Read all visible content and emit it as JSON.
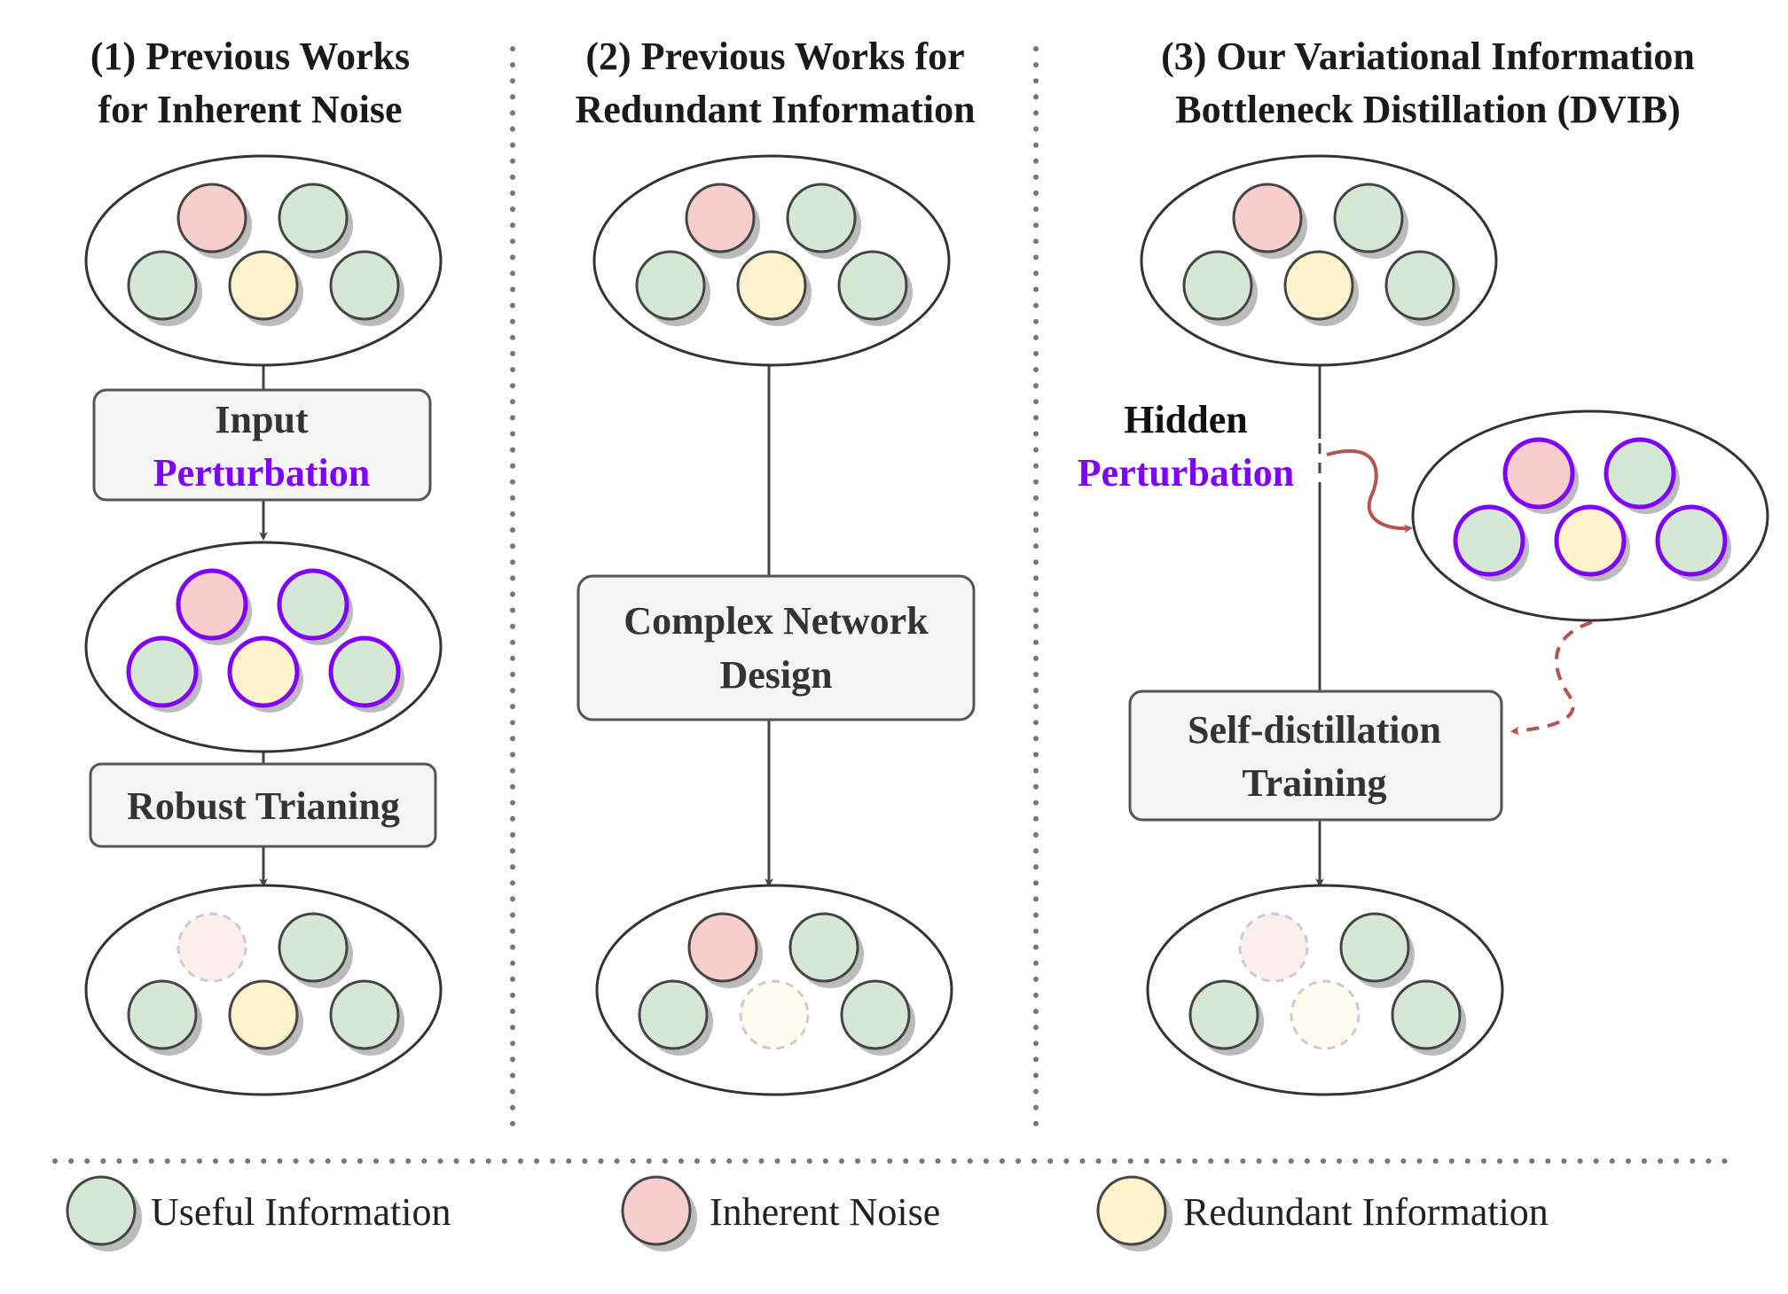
{
  "panels": [
    {
      "title_line1": "(1) Previous Works",
      "title_line2": "for Inherent Noise"
    },
    {
      "title_line1": "(2) Previous Works for",
      "title_line2": "Redundant Information"
    },
    {
      "title_line1": "(3) Our Variational Information",
      "title_line2": "Bottleneck Distillation (DVIB)"
    }
  ],
  "boxes": {
    "input_perturbation": {
      "line1": "Input",
      "line2": "Perturbation"
    },
    "robust_training": {
      "label": "Robust Trianing"
    },
    "complex_network": {
      "line1": "Complex Network",
      "line2": "Design"
    },
    "self_distillation": {
      "line1": "Self-distillation",
      "line2": "Training"
    },
    "hidden_perturbation": {
      "line1": "Hidden",
      "line2": "Perturbation"
    }
  },
  "legend": {
    "useful": "Useful Information",
    "noise": "Inherent Noise",
    "redundant": "Redundant Information"
  },
  "colors": {
    "useful": "#d5e8d4",
    "noise": "#f8cecc",
    "redundant": "#fff2cc",
    "perturb": "#7f00ff",
    "arrow_red": "#b85450",
    "stroke": "#333333"
  }
}
